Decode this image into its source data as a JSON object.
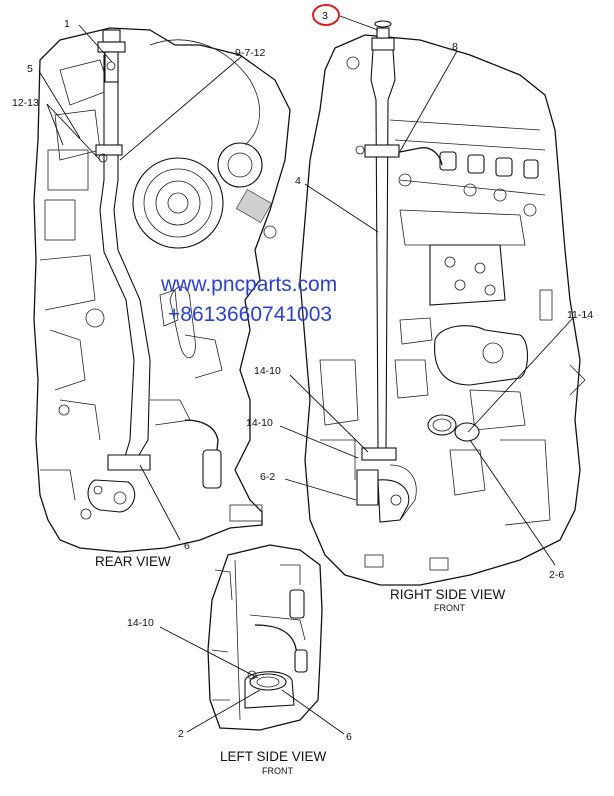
{
  "callouts": {
    "c1": "1",
    "c5": "5",
    "c12_13": "12-13",
    "c9_7_12": "9-7-12",
    "c6_rear": "6",
    "c3": "3",
    "c8": "8",
    "c4": "4",
    "c14_10_a": "14-10",
    "c14_10_b": "14-10",
    "c6_2": "6-2",
    "c11_14": "11-14",
    "c2_6": "2-6",
    "c14_10_left": "14-10",
    "c2_left": "2",
    "c6_left": "6"
  },
  "views": {
    "rear_title": "REAR VIEW",
    "right_title": "RIGHT SIDE VIEW",
    "right_sub": "FRONT",
    "left_title": "LEFT SIDE VIEW",
    "left_sub": "FRONT"
  },
  "watermark": {
    "url": "www.pncparts.com",
    "phone": "+8613660741003",
    "color": "#2a3fd6"
  },
  "highlight": {
    "color": "#d62020",
    "callout": "3"
  }
}
